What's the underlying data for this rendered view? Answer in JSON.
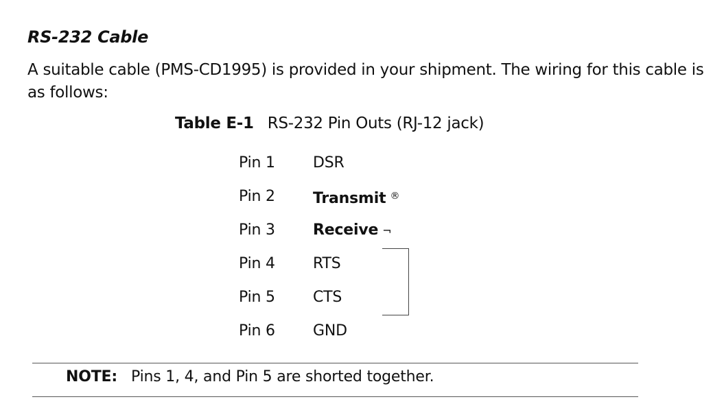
{
  "section": {
    "heading": "RS-232 Cable",
    "intro": "A suitable cable (PMS-CD1995) is provided in your shipment. The wiring for this cable is as follows:"
  },
  "table": {
    "number": "Table E-1",
    "title": "RS-232 Pin Outs (RJ-12 jack)",
    "rows": [
      {
        "pin": "Pin 1",
        "signal": "DSR",
        "mark": ""
      },
      {
        "pin": "Pin 2",
        "signal": "Transmit",
        "mark": "®"
      },
      {
        "pin": "Pin 3",
        "signal": "Receive",
        "mark": "¬"
      },
      {
        "pin": "Pin 4",
        "signal": "RTS",
        "mark": ""
      },
      {
        "pin": "Pin 5",
        "signal": "CTS",
        "mark": ""
      },
      {
        "pin": "Pin 6",
        "signal": "GND",
        "mark": ""
      }
    ]
  },
  "note": {
    "label": "NOTE:",
    "text": "Pins 1, 4, and Pin 5 are shorted together."
  }
}
